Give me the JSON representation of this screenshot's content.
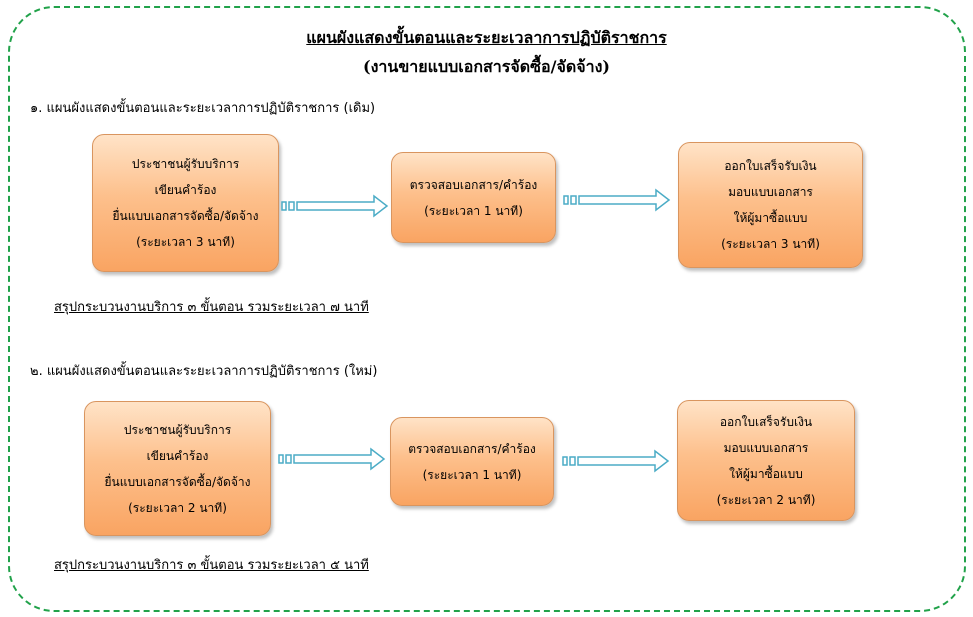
{
  "title": {
    "main": "แผนผังแสดงขั้นตอนและระยะเวลาการปฏิบัติราชการ",
    "sub": "(งานขายแบบเอกสารจัดซื้อ/จัดจ้าง)"
  },
  "sections": [
    {
      "heading": "๑.  แผนผังแสดงขั้นตอนและระยะเวลาการปฏิบัติราชการ (เดิม)",
      "steps": [
        {
          "lines": [
            "ประชาชนผู้รับบริการ",
            "เขียนคำร้อง",
            "ยื่นแบบเอกสารจัดซื้อ/จัดจ้าง",
            "(ระยะเวลา 3 นาที)"
          ]
        },
        {
          "lines": [
            "ตรวจสอบเอกสาร/คำร้อง",
            "(ระยะเวลา 1 นาที)"
          ]
        },
        {
          "lines": [
            "ออกใบเสร็จรับเงิน",
            "มอบแบบเอกสาร",
            "ให้ผู้มาซื้อแบบ",
            "(ระยะเวลา 3 นาที)"
          ]
        }
      ],
      "summary": "สรุปกระบวนงานบริการ ๓ ขั้นตอน  รวมระยะเวลา ๗ นาที"
    },
    {
      "heading": "๒.  แผนผังแสดงขั้นตอนและระยะเวลาการปฏิบัติราชการ (ใหม่)",
      "steps": [
        {
          "lines": [
            "ประชาชนผู้รับบริการ",
            "เขียนคำร้อง",
            "ยื่นแบบเอกสารจัดซื้อ/จัดจ้าง",
            "(ระยะเวลา 2 นาที)"
          ]
        },
        {
          "lines": [
            "ตรวจสอบเอกสาร/คำร้อง",
            "(ระยะเวลา 1 นาที)"
          ]
        },
        {
          "lines": [
            "ออกใบเสร็จรับเงิน",
            "มอบแบบเอกสาร",
            "ให้ผู้มาซื้อแบบ",
            "(ระยะเวลา 2 นาที)"
          ]
        }
      ],
      "summary": "สรุปกระบวนงานบริการ ๓ ขั้นตอน  รวมระยะเวลา ๕ นาที"
    }
  ],
  "colors": {
    "border": "#21a24a",
    "box_top": "#ffe3c7",
    "box_bottom": "#f9a462",
    "arrow": "#4bacc6"
  },
  "icons": [
    "block-arrow-icon"
  ]
}
